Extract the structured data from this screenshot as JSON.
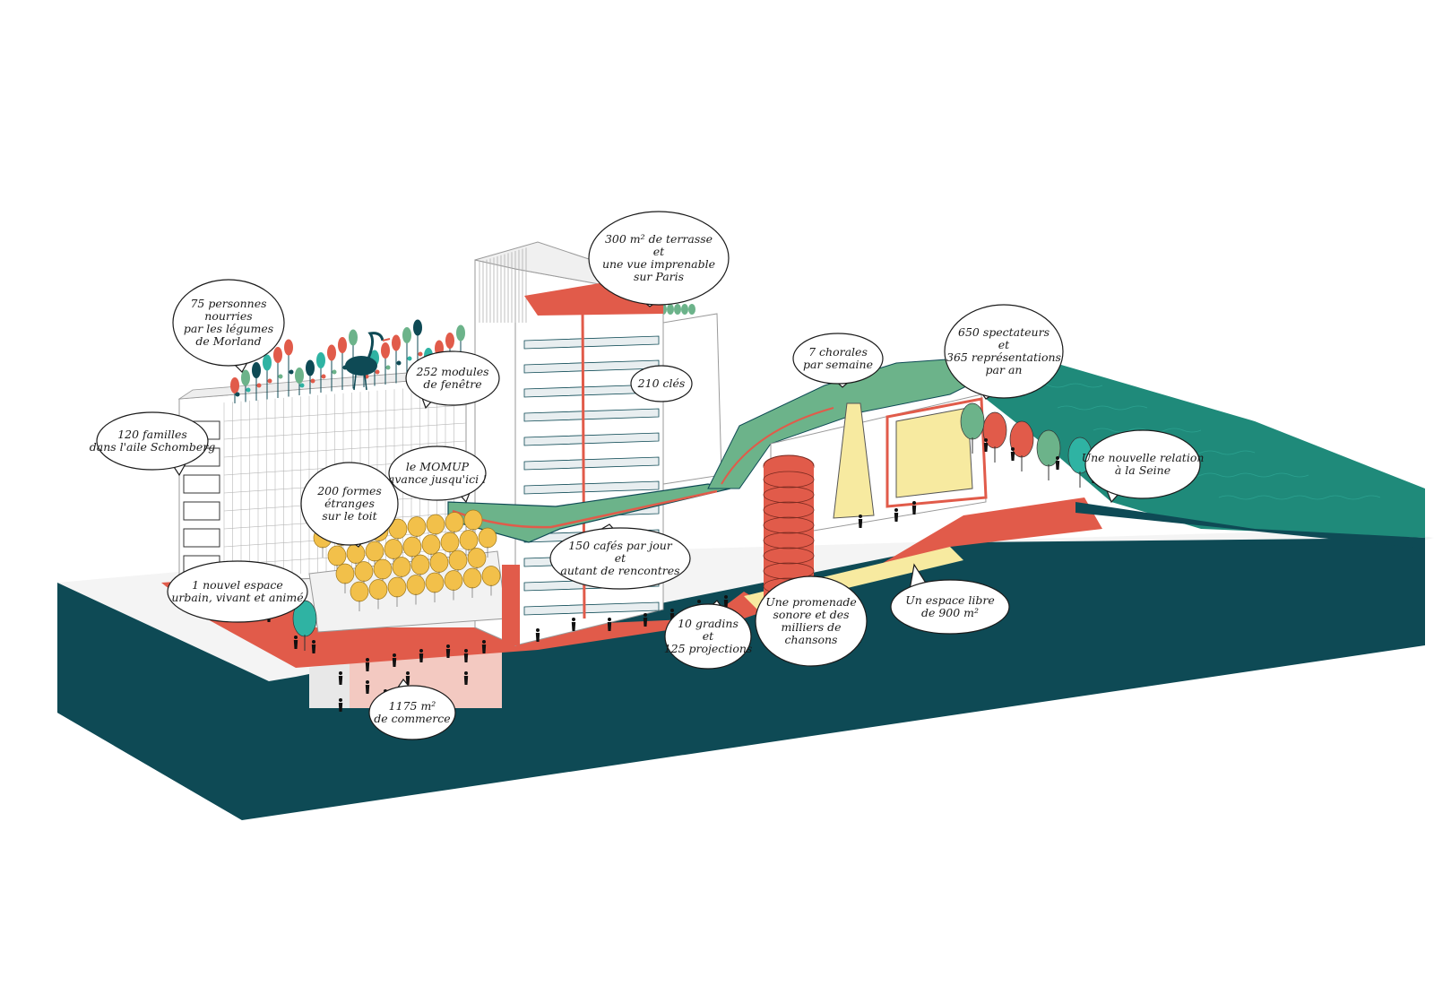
{
  "colors": {
    "ground_dark": "#0e4a55",
    "ground_top": "#f4f4f4",
    "accent_red": "#e15b4a",
    "terrace_green": "#6cb38a",
    "seine_teal": "#1f8a7a",
    "dome_yellow": "#f2c04a",
    "hall_yellow": "#f7eaa0",
    "building_white": "#ffffff"
  },
  "annotations": {
    "roof_food": {
      "lines": [
        "75 personnes",
        "nourries",
        "par les légumes",
        "de Morland"
      ]
    },
    "families": {
      "lines": [
        "120 familles",
        "dans l'aile Schomberg"
      ]
    },
    "windows": {
      "lines": [
        "252 modules",
        "de fenêtre"
      ]
    },
    "terrace": {
      "lines": [
        "300 m² de terrasse",
        "et",
        "une vue imprenable",
        "sur Paris"
      ]
    },
    "keys": {
      "lines": [
        "210 clés"
      ]
    },
    "momup": {
      "lines": [
        "le MOMUP",
        "avance jusqu'ici !"
      ]
    },
    "domes": {
      "lines": [
        "200 formes",
        "étranges",
        "sur le toit"
      ]
    },
    "urban_space": {
      "lines": [
        "1 nouvel espace",
        "urbain, vivant et animé"
      ]
    },
    "cafes": {
      "lines": [
        "150 cafés par jour",
        "et",
        "autant de rencontres"
      ]
    },
    "commerce": {
      "lines": [
        "1175 m²",
        "de commerce"
      ]
    },
    "gradins": {
      "lines": [
        "10 gradins",
        "et",
        "125 projections"
      ]
    },
    "promenade": {
      "lines": [
        "Une promenade",
        "sonore et des",
        "milliers de",
        "chansons"
      ]
    },
    "free_space": {
      "lines": [
        "Un espace libre",
        "de 900 m²"
      ]
    },
    "choirs": {
      "lines": [
        "7 chorales",
        "par semaine"
      ]
    },
    "spectators": {
      "lines": [
        "650 spectateurs",
        "et",
        "365 représentations",
        "par an"
      ]
    },
    "seine": {
      "lines": [
        "Une nouvelle relation",
        "à la Seine"
      ]
    }
  },
  "icons": [
    "tree-icon",
    "person-silhouette-icon",
    "heron-bird-icon",
    "rooftop-plant-icon",
    "dome-icon"
  ]
}
